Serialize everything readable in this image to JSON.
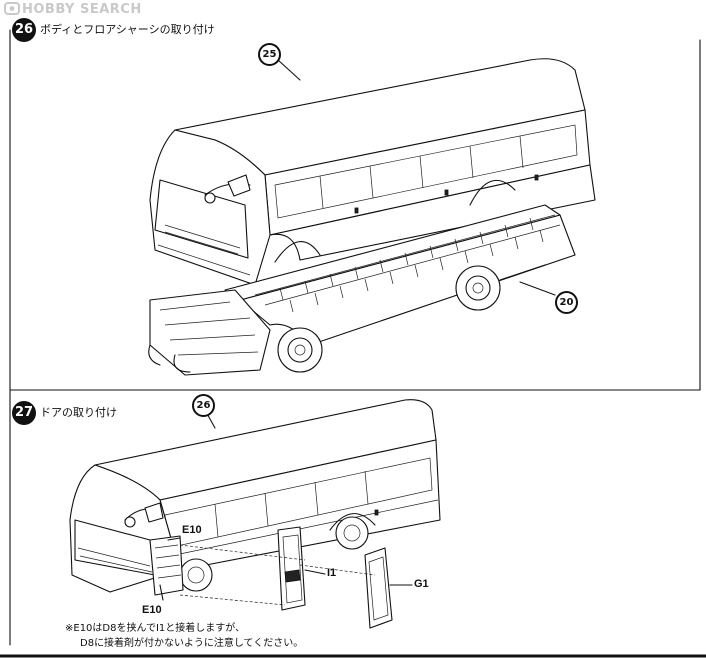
{
  "watermark": {
    "text": "HOBBY SEARCH"
  },
  "steps": [
    {
      "number": "26",
      "title": "ボディとフロアシャーシの取り付け",
      "parts": [
        {
          "badge": "25"
        },
        {
          "badge": "20"
        }
      ]
    },
    {
      "number": "27",
      "title": "ドアの取り付け",
      "parts": [
        {
          "badge": "26"
        }
      ],
      "labels": [
        "E10",
        "I1",
        "G1",
        "E10"
      ],
      "note_lines": [
        "※E10はD8を挟んでI1と接着しますが、",
        "D8に接着剤が付かないように注意してください。"
      ]
    }
  ]
}
